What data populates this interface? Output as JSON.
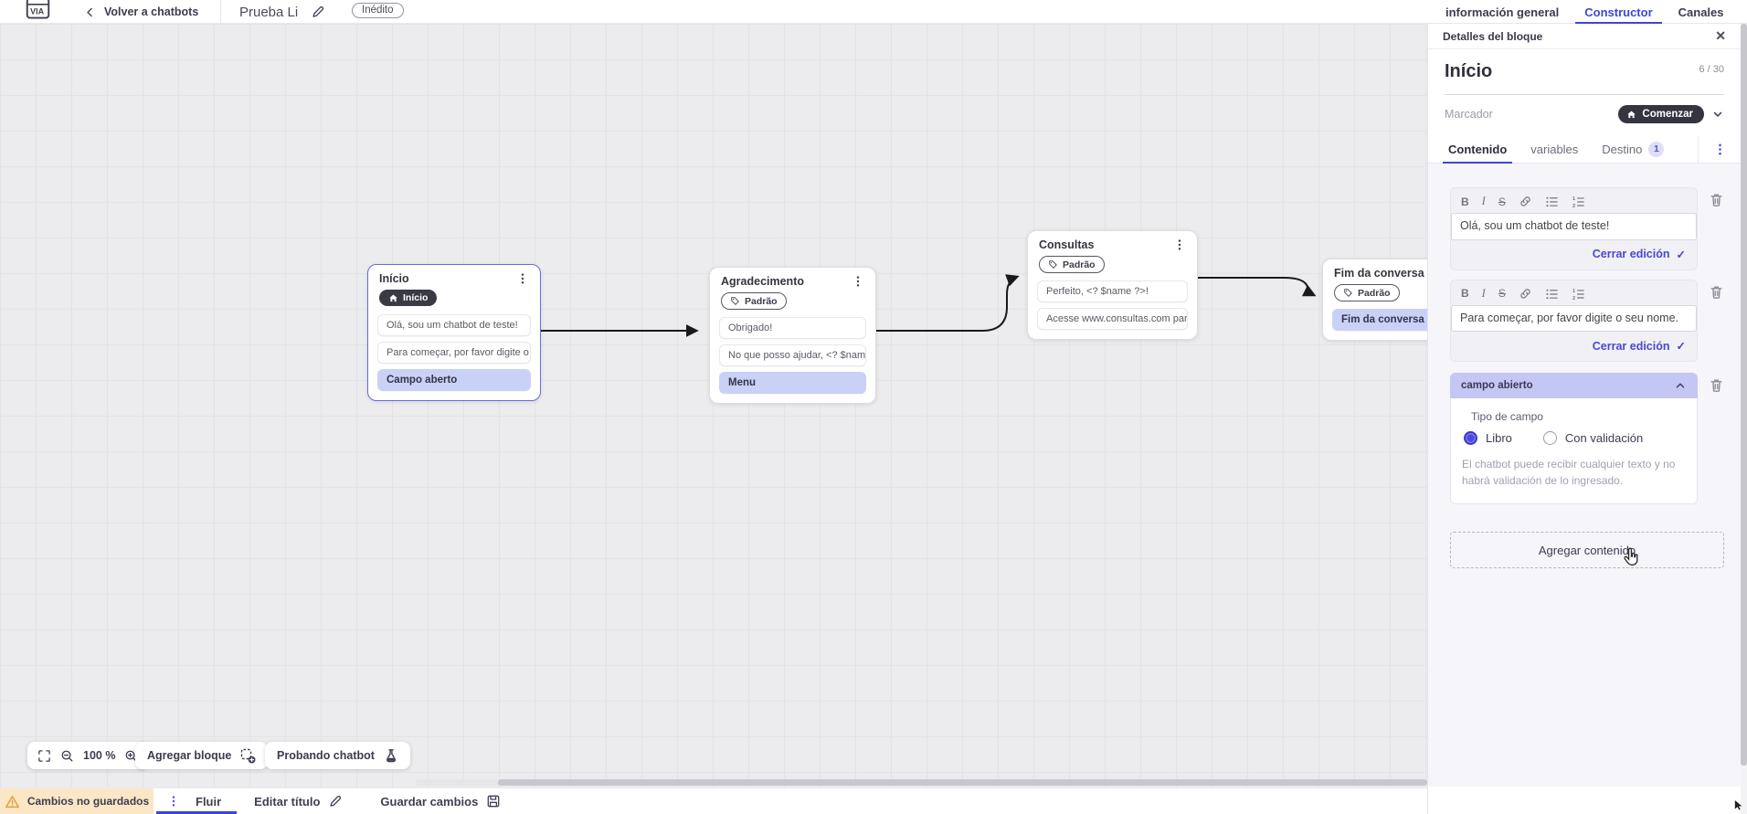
{
  "glyphs": {
    "close": "✕",
    "check": "✓"
  },
  "header": {
    "back_label": "Volver a chatbots",
    "title": "Prueba Li",
    "status_badge": "Inédito",
    "tabs": [
      {
        "label": "información general"
      },
      {
        "label": "Constructor"
      },
      {
        "label": "Canales"
      }
    ]
  },
  "canvas": {
    "zoom_level": "100 %",
    "add_block_label": "Agregar bloque",
    "test_chatbot_label": "Probando chatbot",
    "nodes": [
      {
        "title": "Início",
        "badge": "Início",
        "rows": [
          {
            "text": "Olá, sou um chatbot de teste!"
          },
          {
            "text": "Para começar, por favor digite o ..."
          },
          {
            "text": "Campo aberto"
          }
        ]
      },
      {
        "title": "Agradecimento",
        "badge": "Padrão",
        "rows": [
          {
            "text": "Obrigado!"
          },
          {
            "text": "No que posso ajudar, <? $name ..."
          },
          {
            "text": "Menu"
          }
        ]
      },
      {
        "title": "Consultas",
        "badge": "Padrão",
        "rows": [
          {
            "text": "Perfeito, <? $name ?>!"
          },
          {
            "text": "Acesse www.consultas.com par..."
          }
        ]
      },
      {
        "title": "Fim da conversa",
        "badge": "Padrão",
        "rows": [
          {
            "text": "Fim da conversa"
          }
        ]
      }
    ]
  },
  "panel": {
    "header": "Detalles del bloque",
    "block_name": "Início",
    "char_counter": "6 / 30",
    "marker_label": "Marcador",
    "marker_value": "Comenzar",
    "tabs": [
      {
        "label": "Contenido"
      },
      {
        "label": "variables"
      },
      {
        "label": "Destino",
        "badge": "1"
      }
    ],
    "toolbar": {
      "bold": "B",
      "italic": "I",
      "strike": "S"
    },
    "editors": [
      {
        "text": "Olá, sou um chatbot de teste!",
        "close_label": "Cerrar edición"
      },
      {
        "text": "Para começar, por favor digite o seu nome.",
        "close_label": "Cerrar edición"
      }
    ],
    "open_field": {
      "header": "campo abierto",
      "type_label": "Tipo de campo",
      "option_free": "Libro",
      "option_validated": "Con validación",
      "help_text": "El chatbot puede recibir cualquier texto y no habrá validación de lo ingresado."
    },
    "add_content_label": "Agregar contenido"
  },
  "footer": {
    "unsaved_label": "Cambios no guardados",
    "flow_tab_label": "Fluir",
    "edit_title_label": "Editar título",
    "save_label": "Guardar cambios"
  }
}
